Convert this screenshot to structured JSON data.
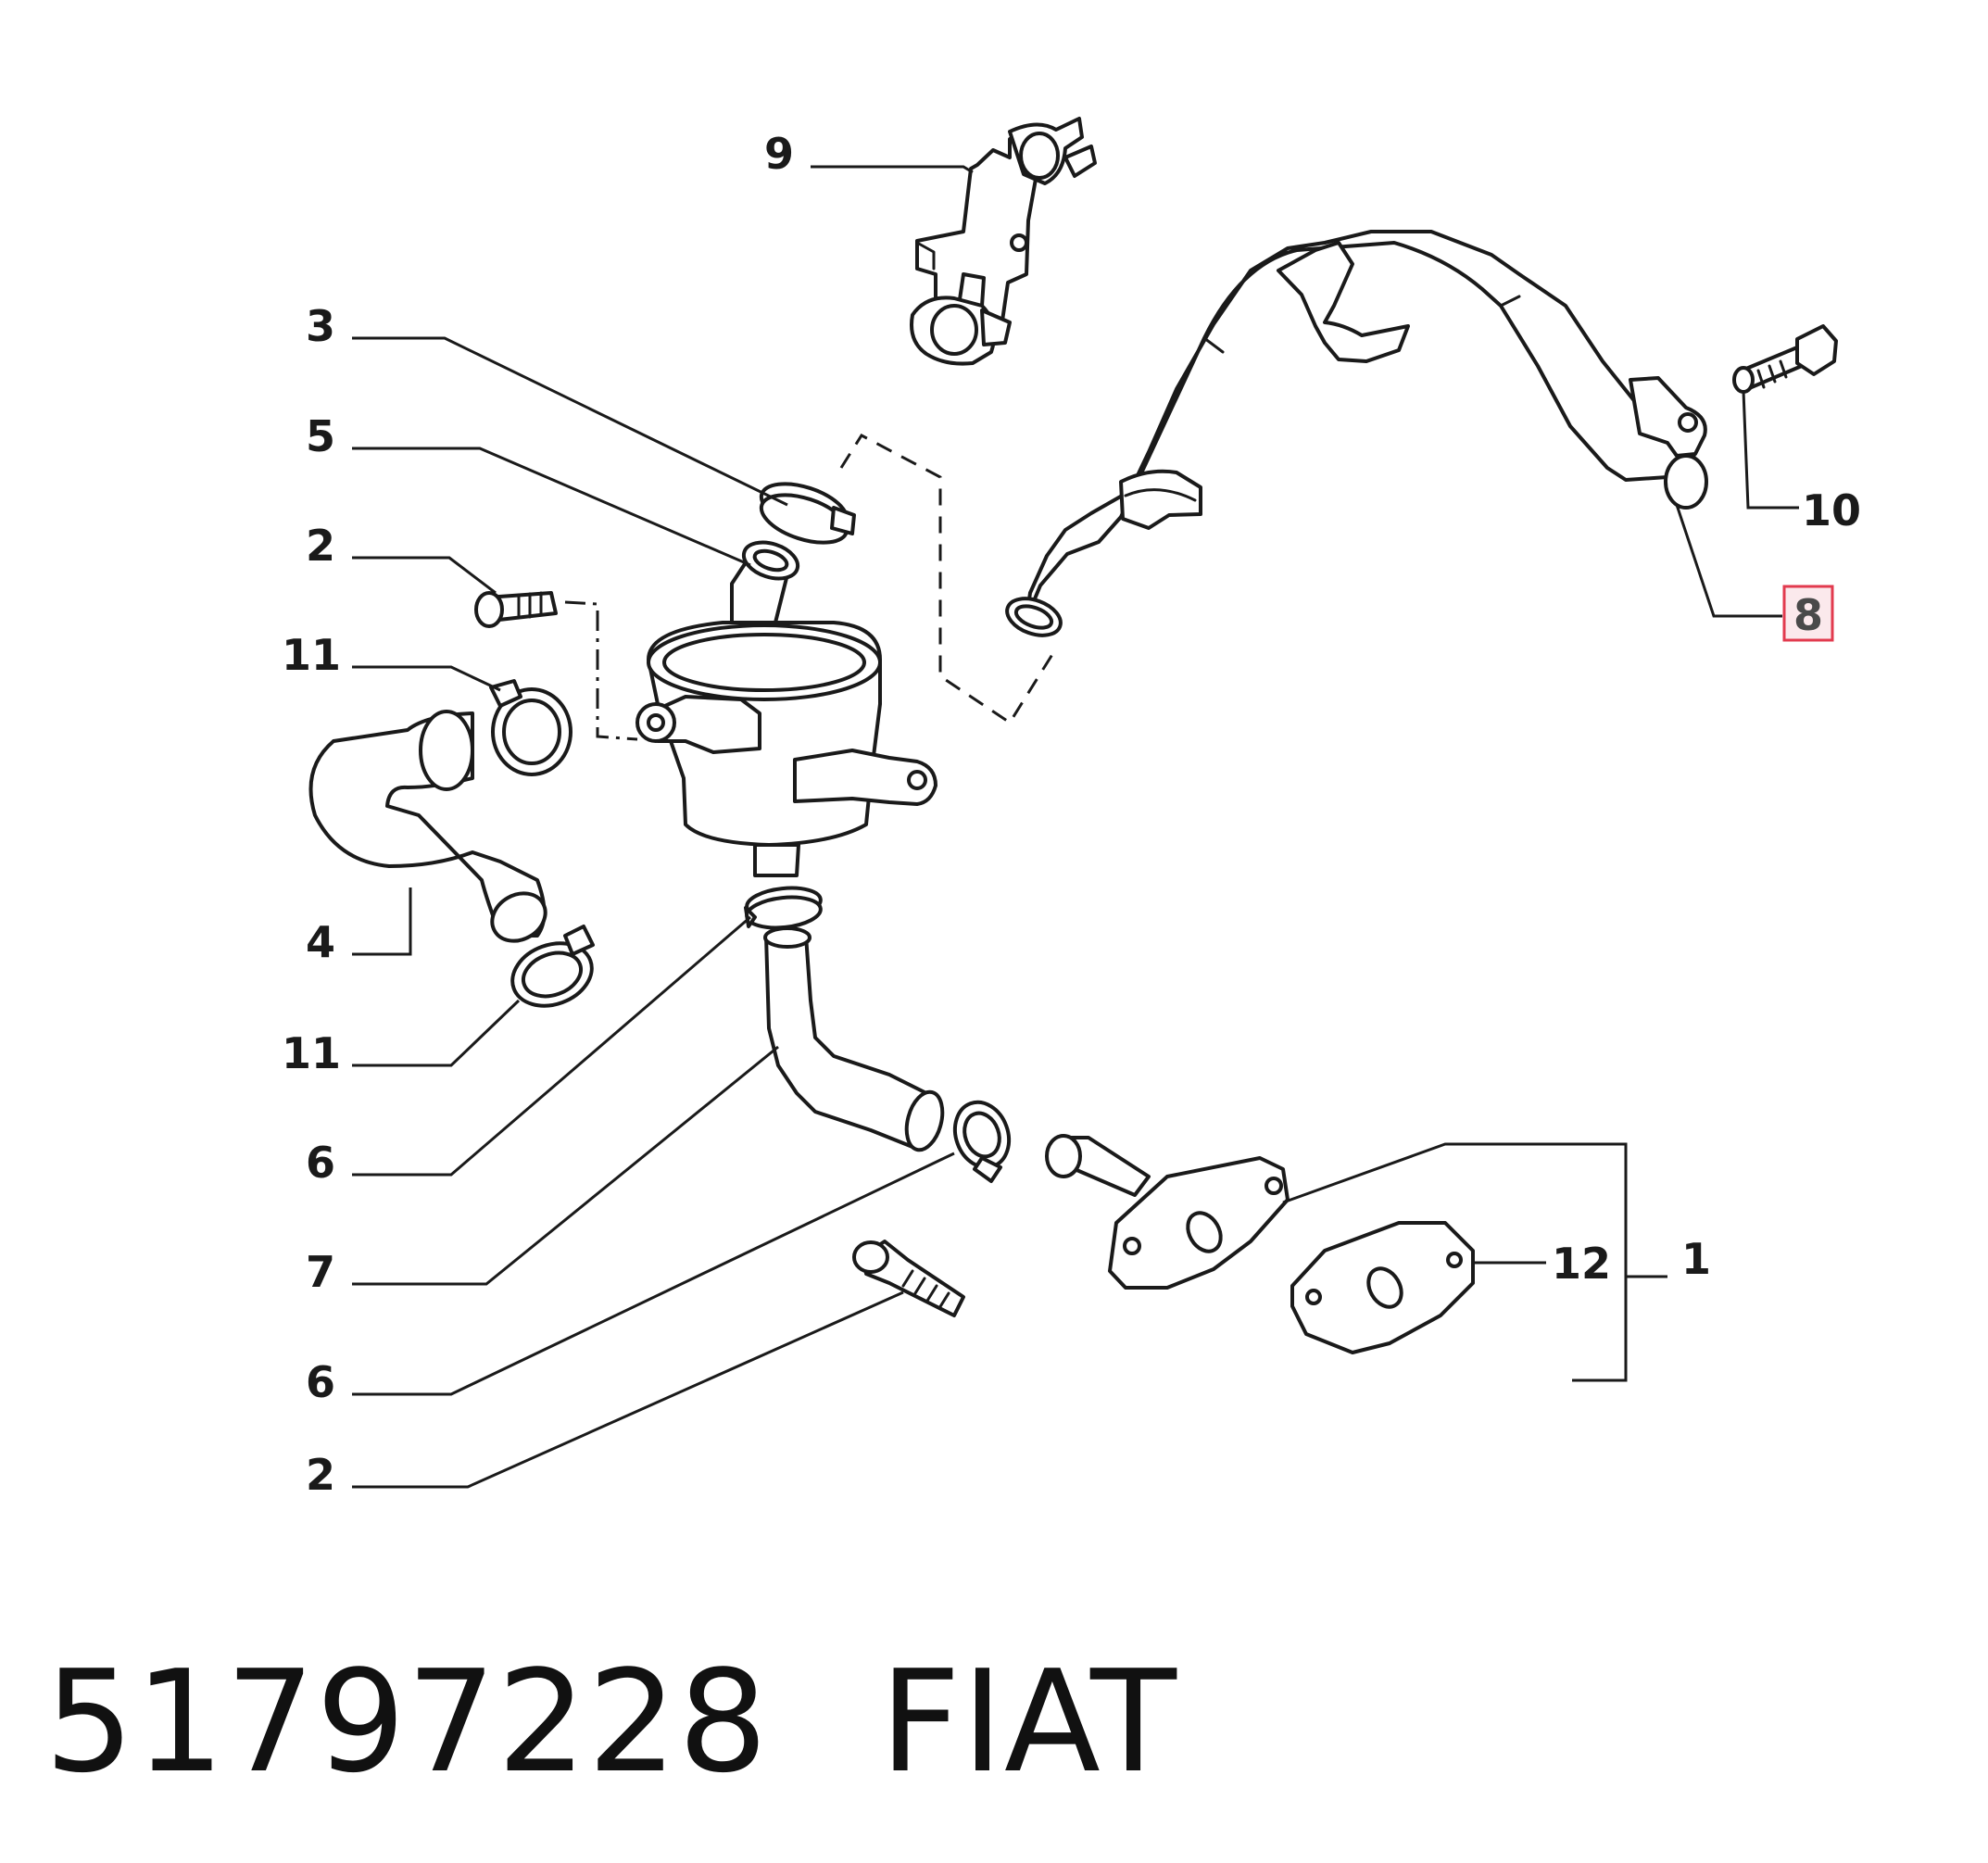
{
  "callouts": {
    "c9": "9",
    "c3": "3",
    "c5": "5",
    "c2a": "2",
    "c11a": "11",
    "c4": "4",
    "c11b": "11",
    "c6a": "6",
    "c7": "7",
    "c6b": "6",
    "c2b": "2",
    "c10": "10",
    "c8": "8",
    "c12": "12",
    "c1": "1"
  },
  "highlighted_callout": "8",
  "footer": {
    "part_number": "51797228",
    "brand": "FIAT"
  },
  "colors": {
    "line": "#1a1a1a",
    "highlight_border": "#e23a4e",
    "highlight_fill": "#fbe9ec"
  }
}
